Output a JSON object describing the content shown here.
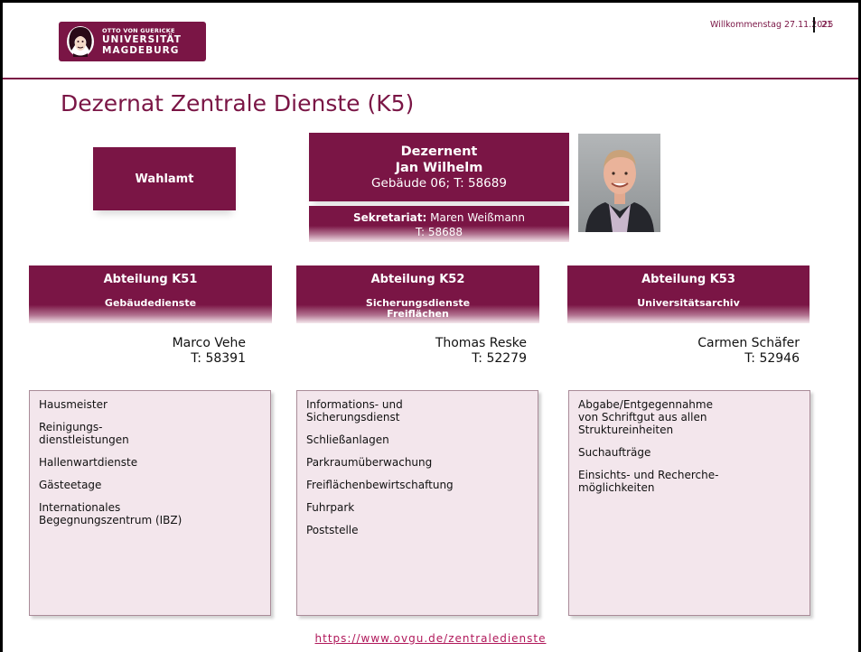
{
  "logo": {
    "line1": "OTTO VON GUERICKE",
    "line2": "UNIVERSITÄT",
    "line3": "MAGDEBURG"
  },
  "header": {
    "date_text": "Willkommenstag 27.11.2025",
    "page_number": "21"
  },
  "title": "Dezernat Zentrale Dienste (K5)",
  "wahlamt": "Wahlamt",
  "dezernent": {
    "role": "Dezernent",
    "name": "Jan Wilhelm",
    "contact": "Gebäude 06; T: 58689"
  },
  "sekretariat": {
    "label": "Sekretariat:",
    "name": "Maren Weißmann",
    "phone": "T: 58688"
  },
  "departments": [
    {
      "name": "Abteilung K51",
      "subtitle": "Gebäudedienste",
      "head": "Marco Vehe",
      "phone": "T: 58391",
      "items": [
        "Hausmeister",
        "Reinigungs-\ndienstleistungen",
        "Hallenwartdienste",
        "Gästeetage",
        "Internationales\nBegegnungszentrum  (IBZ)"
      ]
    },
    {
      "name": "Abteilung K52",
      "subtitle": "Sicherungsdienste",
      "subtitle2": "Freiflächen",
      "head": "Thomas Reske",
      "phone": "T: 52279",
      "items": [
        "Informations- und\nSicherungsdienst",
        "Schließanlagen",
        "Parkraumüberwachung",
        "Freiflächenbewirtschaftung",
        "Fuhrpark",
        "Poststelle"
      ]
    },
    {
      "name": "Abteilung K53",
      "subtitle": "Universitätsarchiv",
      "head": "Carmen Schäfer",
      "phone": "T: 52946",
      "items": [
        "Abgabe/Entgegennahme\nvon Schriftgut aus allen\nStruktureinheiten",
        "Suchaufträge",
        "Einsichts- und Recherche-\nmöglichkeiten"
      ]
    }
  ],
  "footer_link": "https://www.ovgu.de/zentraledienste",
  "colors": {
    "brand": "#7a1545",
    "box_bg": "#f3e6ec",
    "link": "#b0185a"
  }
}
